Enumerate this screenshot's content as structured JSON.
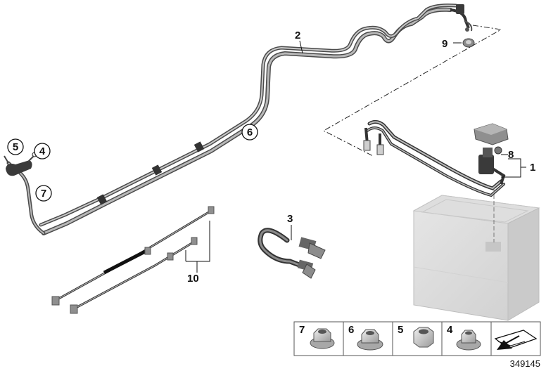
{
  "diagram": {
    "callouts": {
      "p1": "1",
      "p2": "2",
      "p3": "3",
      "p8": "8",
      "p9": "9",
      "p10": "10"
    },
    "circled": {
      "c4": "4",
      "c5": "5",
      "c6": "6",
      "c7": "7"
    },
    "parts_table": {
      "cells": [
        {
          "label": "7",
          "icon": "flange-nut-7-icon"
        },
        {
          "label": "6",
          "icon": "flange-nut-6-icon"
        },
        {
          "label": "5",
          "icon": "hex-nut-5-icon"
        },
        {
          "label": "4",
          "icon": "flange-nut-4-icon"
        }
      ],
      "arrow_icon": "direction-arrow-icon"
    },
    "reference_number": "349145"
  }
}
